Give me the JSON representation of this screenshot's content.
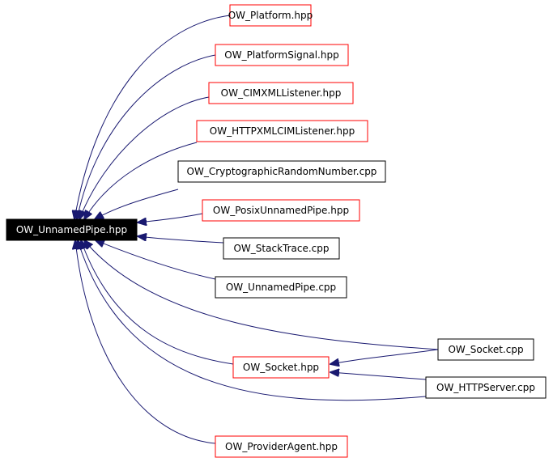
{
  "colors": {
    "edge": "#191970",
    "link_border": "#ff0000",
    "plain_border": "#000000",
    "root_fill": "#000000",
    "root_text": "#ffffff"
  },
  "nodes": {
    "unnamedpipe_hpp": {
      "label": "OW_UnnamedPipe.hpp",
      "style": "root"
    },
    "platform_hpp": {
      "label": "OW_Platform.hpp",
      "style": "link"
    },
    "platformsignal_hpp": {
      "label": "OW_PlatformSignal.hpp",
      "style": "link"
    },
    "cimxmllistener_hpp": {
      "label": "OW_CIMXMLListener.hpp",
      "style": "link"
    },
    "httpxmlcimlistener_hpp": {
      "label": "OW_HTTPXMLCIMListener.hpp",
      "style": "link"
    },
    "cryptorandom_cpp": {
      "label": "OW_CryptographicRandomNumber.cpp",
      "style": "plain"
    },
    "posixunnamedpipe_hpp": {
      "label": "OW_PosixUnnamedPipe.hpp",
      "style": "link"
    },
    "stacktrace_cpp": {
      "label": "OW_StackTrace.cpp",
      "style": "plain"
    },
    "unnamedpipe_cpp": {
      "label": "OW_UnnamedPipe.cpp",
      "style": "plain"
    },
    "socket_cpp": {
      "label": "OW_Socket.cpp",
      "style": "plain"
    },
    "socket_hpp": {
      "label": "OW_Socket.hpp",
      "style": "link"
    },
    "httpserver_cpp": {
      "label": "OW_HTTPServer.cpp",
      "style": "plain"
    },
    "provideragent_hpp": {
      "label": "OW_ProviderAgent.hpp",
      "style": "link"
    }
  },
  "edges": [
    {
      "from": "platform_hpp",
      "to": "unnamedpipe_hpp"
    },
    {
      "from": "platformsignal_hpp",
      "to": "unnamedpipe_hpp"
    },
    {
      "from": "cimxmllistener_hpp",
      "to": "unnamedpipe_hpp"
    },
    {
      "from": "httpxmlcimlistener_hpp",
      "to": "unnamedpipe_hpp"
    },
    {
      "from": "cryptorandom_cpp",
      "to": "unnamedpipe_hpp"
    },
    {
      "from": "posixunnamedpipe_hpp",
      "to": "unnamedpipe_hpp"
    },
    {
      "from": "stacktrace_cpp",
      "to": "unnamedpipe_hpp"
    },
    {
      "from": "unnamedpipe_cpp",
      "to": "unnamedpipe_hpp"
    },
    {
      "from": "socket_cpp",
      "to": "unnamedpipe_hpp"
    },
    {
      "from": "socket_hpp",
      "to": "unnamedpipe_hpp"
    },
    {
      "from": "httpserver_cpp",
      "to": "unnamedpipe_hpp"
    },
    {
      "from": "provideragent_hpp",
      "to": "unnamedpipe_hpp"
    },
    {
      "from": "socket_cpp",
      "to": "socket_hpp"
    },
    {
      "from": "httpserver_cpp",
      "to": "socket_hpp"
    }
  ]
}
